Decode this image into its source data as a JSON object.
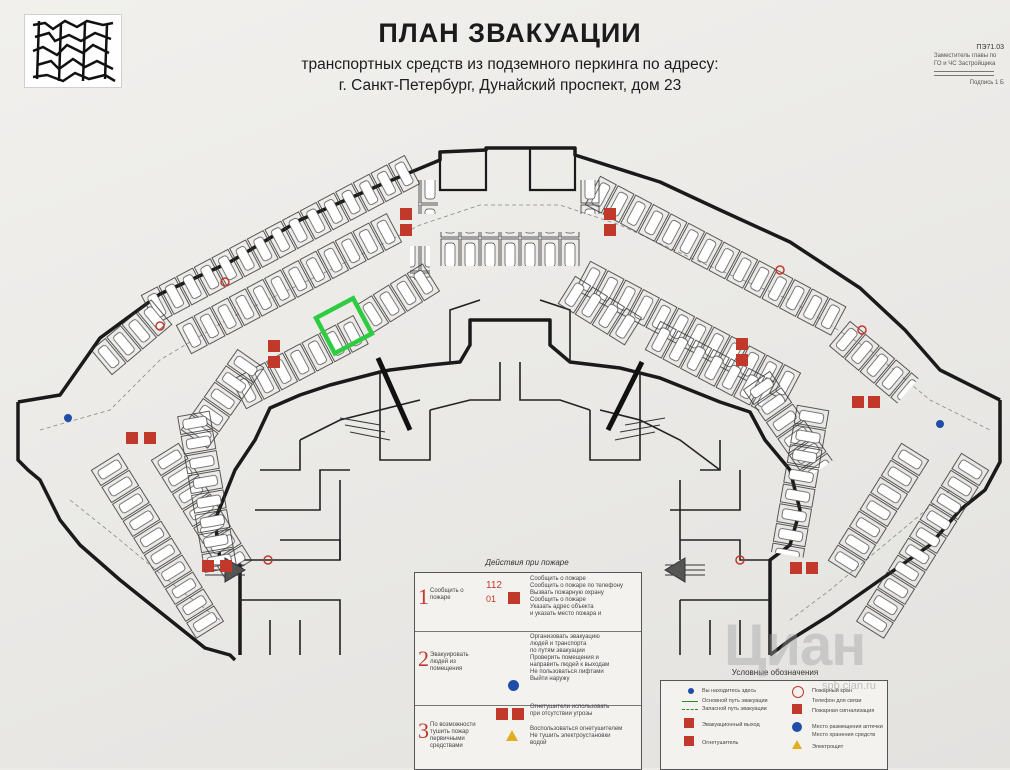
{
  "header": {
    "title": "ПЛАН ЗВАКУАЦИИ",
    "subtitle_line1": "транспортных средств из подземного перкинга по адресу:",
    "subtitle_line2": "г. Санкт-Петербург, Дунайский проспект, дом 23"
  },
  "top_right": {
    "code": "ПЭ71.03",
    "lines": [
      "Заместитель главы по",
      "ГО и ЧС Застройщика",
      "",
      "",
      "Подпись 1 Б"
    ]
  },
  "legend": {
    "title": "Действия при пожаре",
    "steps": [
      {
        "num": "1",
        "label": "Сообщить о пожаре",
        "phone": "112",
        "phone2": "01",
        "text": [
          "Сообщить о пожаре",
          "Сообщить о пожаре по телефону",
          "Вызвать пожарную охрану",
          "Сообщить о пожаре",
          "Указать адрес объекта",
          "и указать место пожара и"
        ]
      },
      {
        "num": "2",
        "label": "Эвакуировать людей из помещения",
        "text": [
          "Организовать эвакуацию",
          "людей и транспорта",
          "по путям эвакуации",
          "Проверить помещения и",
          "направить людей к выходам",
          "Не пользоваться лифтами",
          "Выйти наружу"
        ]
      },
      {
        "num": "3",
        "label": "По возможности тушить пожар первичными средствами",
        "text": [
          "Огнетушители использовать",
          "при отсутствии угрозы",
          "Воспользоваться огнетушителем",
          "Не тушить электроустановки",
          "водой"
        ]
      }
    ]
  },
  "conditions": {
    "title": "Условные обозначения",
    "items": [
      "Вы находитесь здесь",
      "Основной путь эвакуации",
      "Запасной путь эвакуации",
      "Эвакуационный выход",
      "Огнетушитель",
      "Пожарный кран",
      "Телефон для связи",
      "Пожарная сигнализация",
      "Место размещения аптечки",
      "Место хранения средств",
      "Электрощит"
    ]
  },
  "watermark": {
    "text": "Циан",
    "sub": "spb.cian.ru"
  },
  "colors": {
    "wall": "#1a1a1a",
    "highlight": "#2ecc40",
    "sign_red": "#c0392b",
    "sign_blue": "#1f4ea8"
  }
}
